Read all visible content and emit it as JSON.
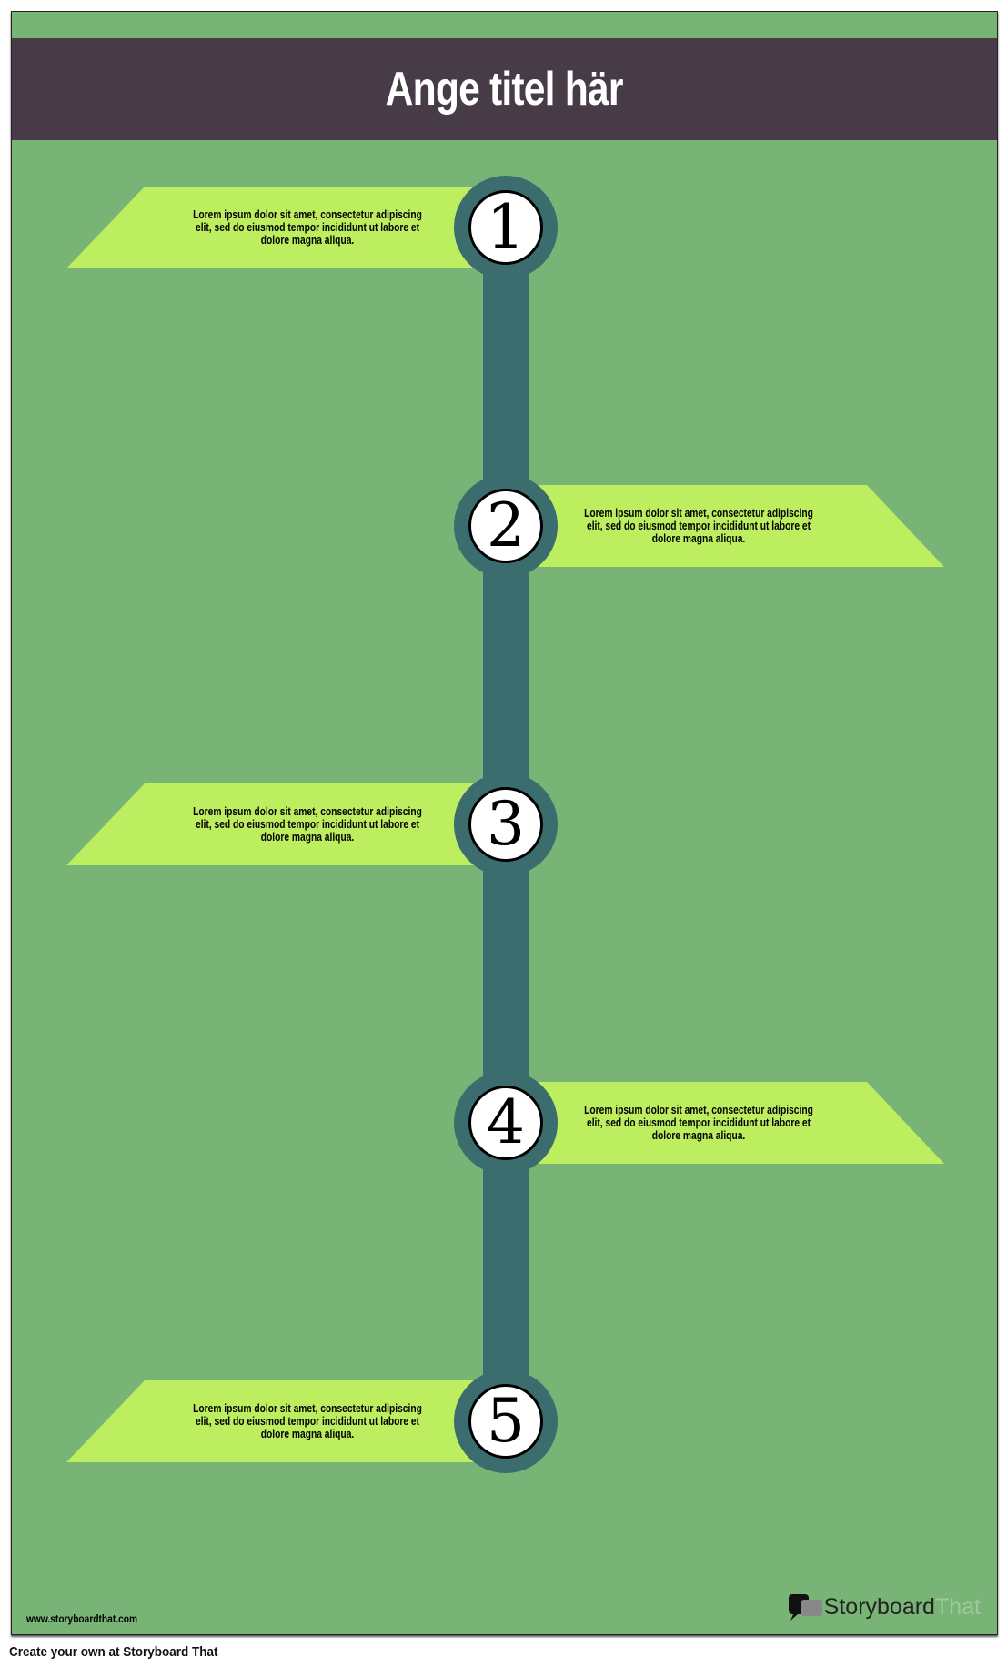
{
  "title": "Ange titel här",
  "colors": {
    "background": "#78b476",
    "title_bar": "#473b47",
    "banner": "#bdee60",
    "spine": "#3b6c6e"
  },
  "events": [
    {
      "number": "1",
      "side": "left",
      "text": "Lorem ipsum dolor sit amet, consectetur adipiscing elit, sed do eiusmod tempor incididunt ut labore et dolore magna aliqua."
    },
    {
      "number": "2",
      "side": "right",
      "text": "Lorem ipsum dolor sit amet, consectetur adipiscing elit, sed do eiusmod tempor incididunt ut labore et dolore magna aliqua."
    },
    {
      "number": "3",
      "side": "left",
      "text": "Lorem ipsum dolor sit amet, consectetur adipiscing elit, sed do eiusmod tempor incididunt ut labore et dolore magna aliqua."
    },
    {
      "number": "4",
      "side": "right",
      "text": "Lorem ipsum dolor sit amet, consectetur adipiscing elit, sed do eiusmod tempor incididunt ut labore et dolore magna aliqua."
    },
    {
      "number": "5",
      "side": "left",
      "text": "Lorem ipsum dolor sit amet, consectetur adipiscing elit, sed do eiusmod tempor incididunt ut labore et dolore magna aliqua."
    }
  ],
  "footer": {
    "site": "www.storyboardthat.com",
    "logo_storyboard": "Storyboard",
    "logo_that": "That",
    "create": "Create your own at Storyboard That"
  }
}
